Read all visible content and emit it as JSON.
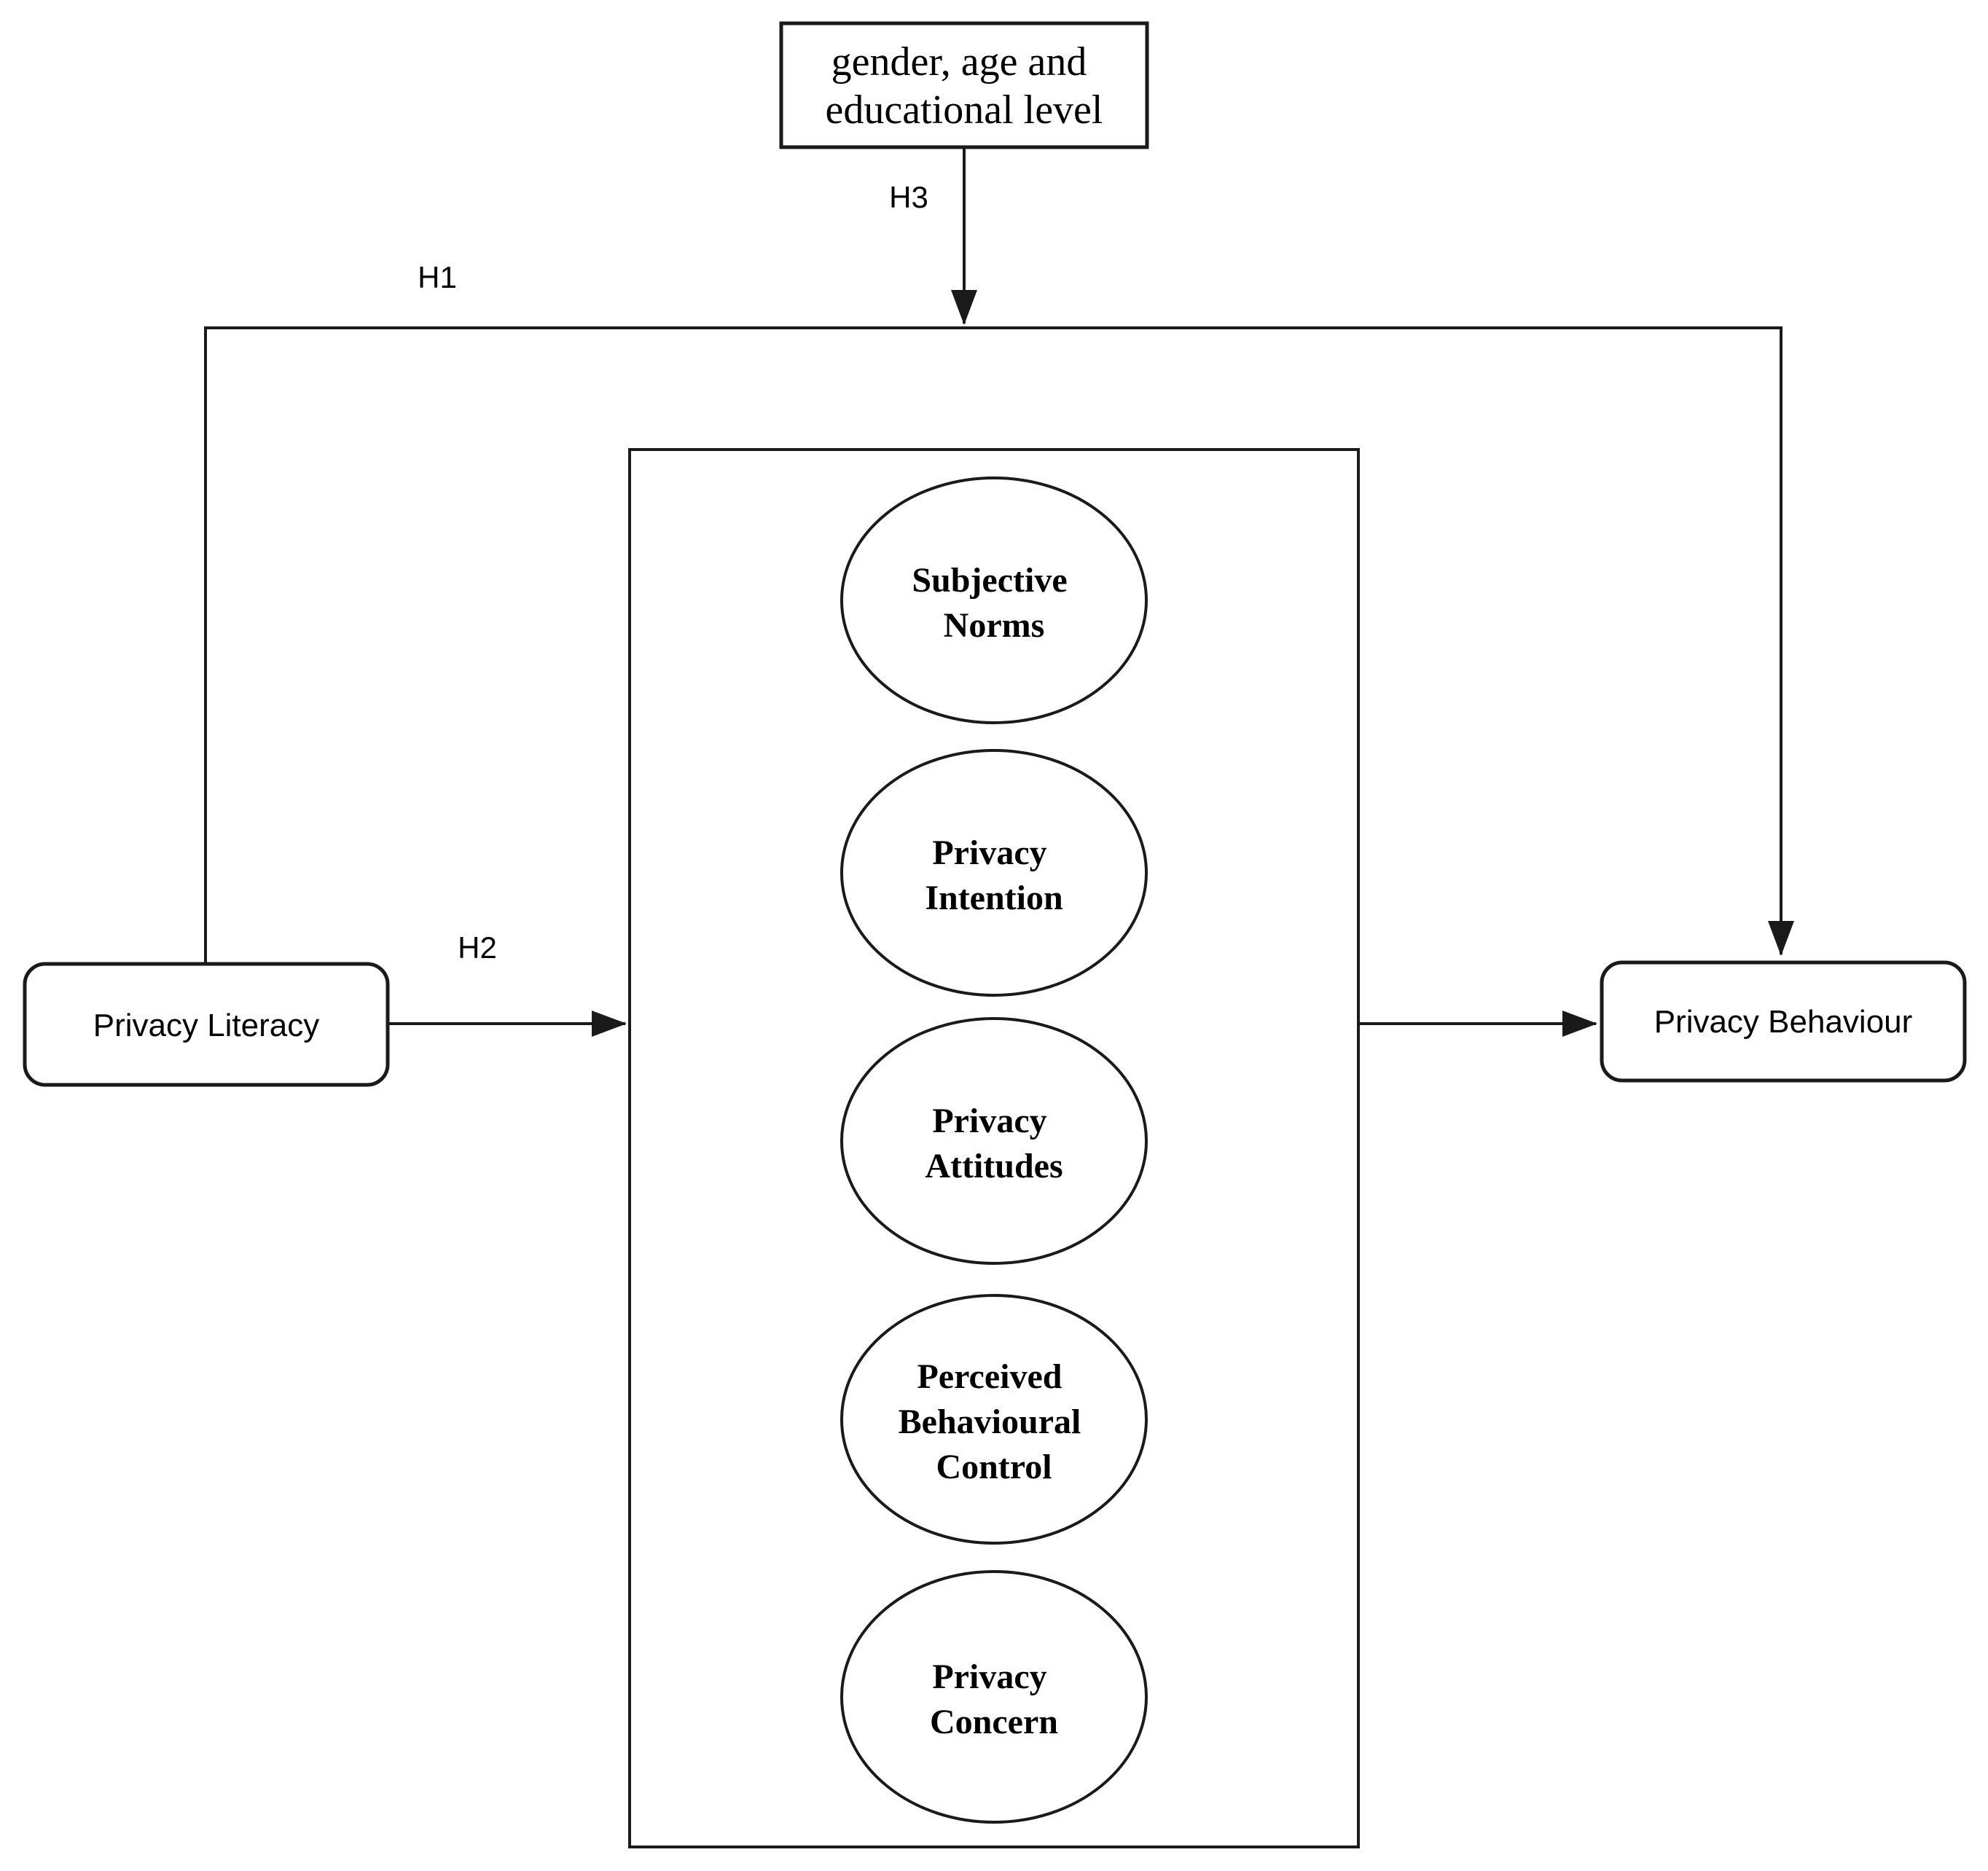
{
  "diagram": {
    "colors": {
      "line": "#1a1a1a",
      "background": "#ffffff",
      "text": "#000000"
    },
    "moderator_box": {
      "lines": [
        "gender, age and",
        "educational level"
      ]
    },
    "hypothesis_labels": {
      "h1": "H1",
      "h2": "H2",
      "h3": "H3"
    },
    "predictor_box": {
      "label": "Privacy Literacy"
    },
    "outcome_box": {
      "label": "Privacy Behaviour"
    },
    "mediators": [
      {
        "lines": [
          "Subjective",
          "Norms"
        ]
      },
      {
        "lines": [
          "Privacy",
          "Intention"
        ]
      },
      {
        "lines": [
          "Privacy",
          "Attitudes"
        ]
      },
      {
        "lines": [
          "Perceived",
          "Behavioural",
          "Control"
        ]
      },
      {
        "lines": [
          "Privacy",
          "Concern"
        ]
      }
    ]
  }
}
